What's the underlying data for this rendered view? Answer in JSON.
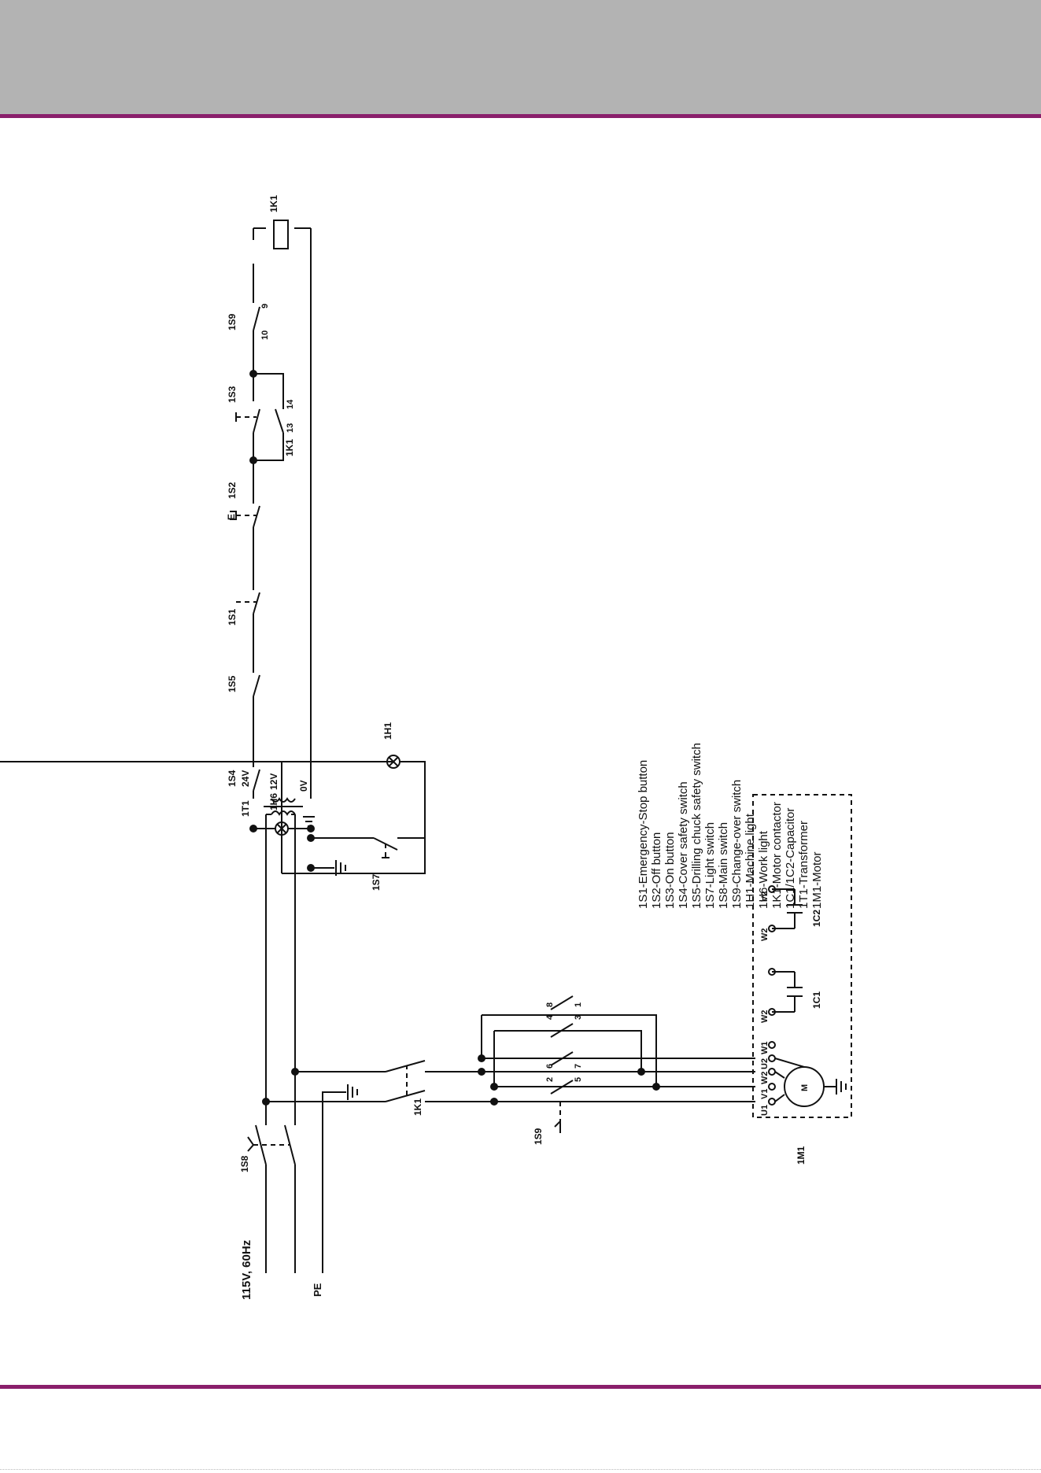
{
  "page": {
    "header_color": "#b3b3b3",
    "accent_color": "#8a1f6b"
  },
  "diagram": {
    "supply_label": "115V, 60Hz",
    "pe_label": "PE",
    "components": {
      "s8": "1S8",
      "k1_main": "1K1",
      "s9_main": "1S9",
      "m1": "1M1",
      "t1": "1T1",
      "s7": "1S7",
      "h1": "1H1",
      "h6": "1H6",
      "s4": "1S4",
      "s5": "1S5",
      "s1": "1S1",
      "s2": "1S2",
      "s3": "1S3",
      "k1_aux": "1K1",
      "s9_ctrl": "1S9",
      "k1_coil": "1K1",
      "c1": "1C1",
      "c2": "1C2",
      "motor": "M"
    },
    "voltages": {
      "v24": "24V",
      "v12": "12V",
      "v0": "0V"
    },
    "terminals": {
      "u1": "U1",
      "v1": "V1",
      "w2a": "W2",
      "u2": "U2",
      "w1": "W1",
      "w2b": "W2",
      "w2c": "W2",
      "v2": "V2",
      "s9_2": "2",
      "s9_6": "6",
      "s9_5": "5",
      "s9_7": "7",
      "s9_4": "4",
      "s9_8": "8",
      "s9_3": "3",
      "s9_1": "1",
      "k1_13": "13",
      "k1_14": "14",
      "s9_9": "9",
      "s9_10": "10",
      "e_mark": "E"
    }
  },
  "legend": {
    "items": [
      "1S1-Emergency-Stop button",
      "1S2-Off button",
      "1S3-On button",
      "1S4-Cover safety switch",
      "1S5-Drilling chuck safety switch",
      "1S7-Light switch",
      "1S8-Main switch",
      "1S9-Change-over switch",
      "1H1-Machine light",
      "1H6-Work light",
      "1K1-Motor contactor",
      "1C1/1C2-Capacitor",
      "1T1-Transformer",
      "1M1-Motor"
    ]
  }
}
